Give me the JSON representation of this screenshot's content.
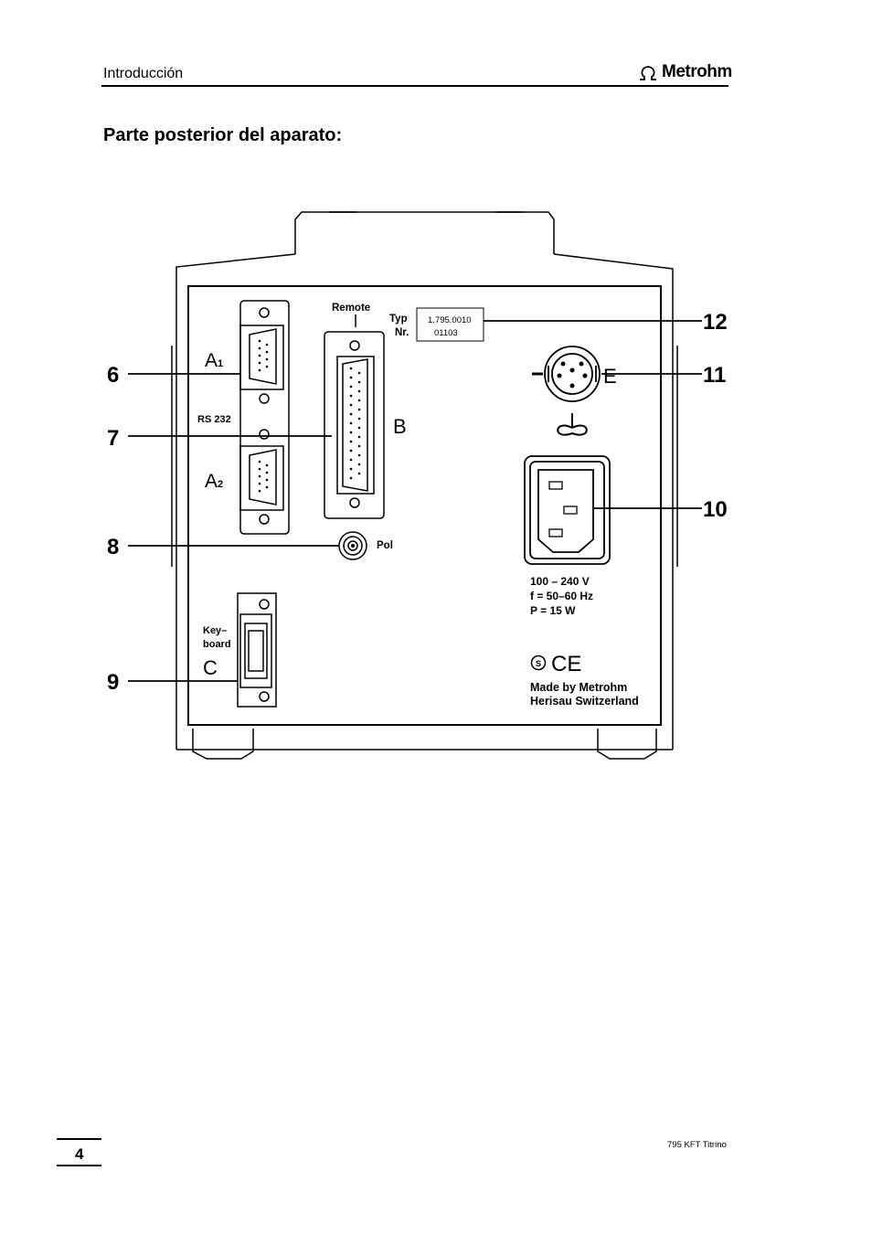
{
  "header": {
    "section": "Introducción",
    "brand": "Metrohm"
  },
  "title": "Parte posterior del aparato:",
  "figure": {
    "callouts": [
      "6",
      "7",
      "8",
      "9",
      "10",
      "11",
      "12"
    ],
    "labels": {
      "a1_prefix": "A",
      "a1_sub": "1",
      "a2_prefix": "A",
      "a2_sub": "2",
      "rs232": "RS 232",
      "remote": "Remote",
      "b": "B",
      "pol": "Pol",
      "keyboard_1": "Key–",
      "keyboard_2": "board",
      "c": "C",
      "e": "E",
      "typ": "Typ",
      "nr": "Nr.",
      "typ_value": "1.795.0010",
      "nr_value": "01103",
      "voltage": "100 – 240   V",
      "frequency": "f  = 50–60 Hz",
      "power": "P =   15  W",
      "ce": "CE",
      "made_by": "Made by Metrohm",
      "location": "Herisau Switzerland"
    }
  },
  "footer": {
    "page_number": "4",
    "product": "795 KFT Titrino"
  }
}
